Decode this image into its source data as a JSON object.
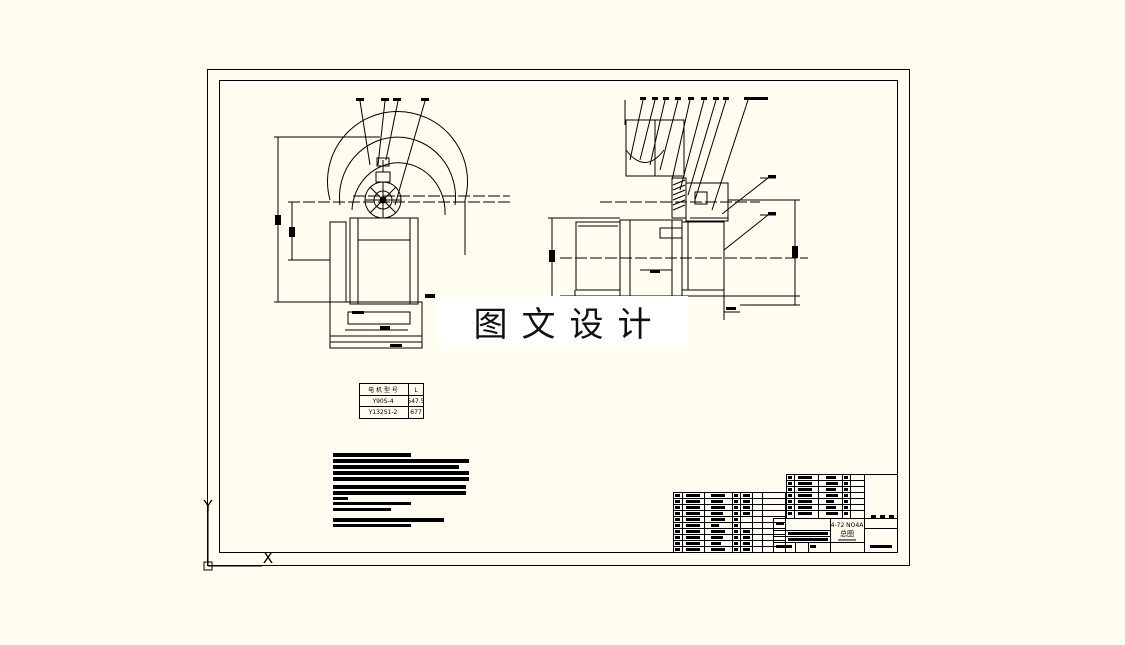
{
  "ucs": {
    "y_label": "Y",
    "x_label": "X"
  },
  "motor_table": {
    "headers": [
      "电 机 型 号",
      "L"
    ],
    "rows": [
      [
        "Y90S-4",
        "547.5"
      ],
      [
        "Y132S1-2",
        "677"
      ]
    ]
  },
  "title_block": {
    "drawing_name": "4-72 NO4A",
    "drawing_subtitle": "总图"
  },
  "watermark": {
    "text": "图文设计"
  },
  "colors": {
    "background": "#fffdf0",
    "line": "#000000",
    "watermark_bg": "#ffffff"
  }
}
